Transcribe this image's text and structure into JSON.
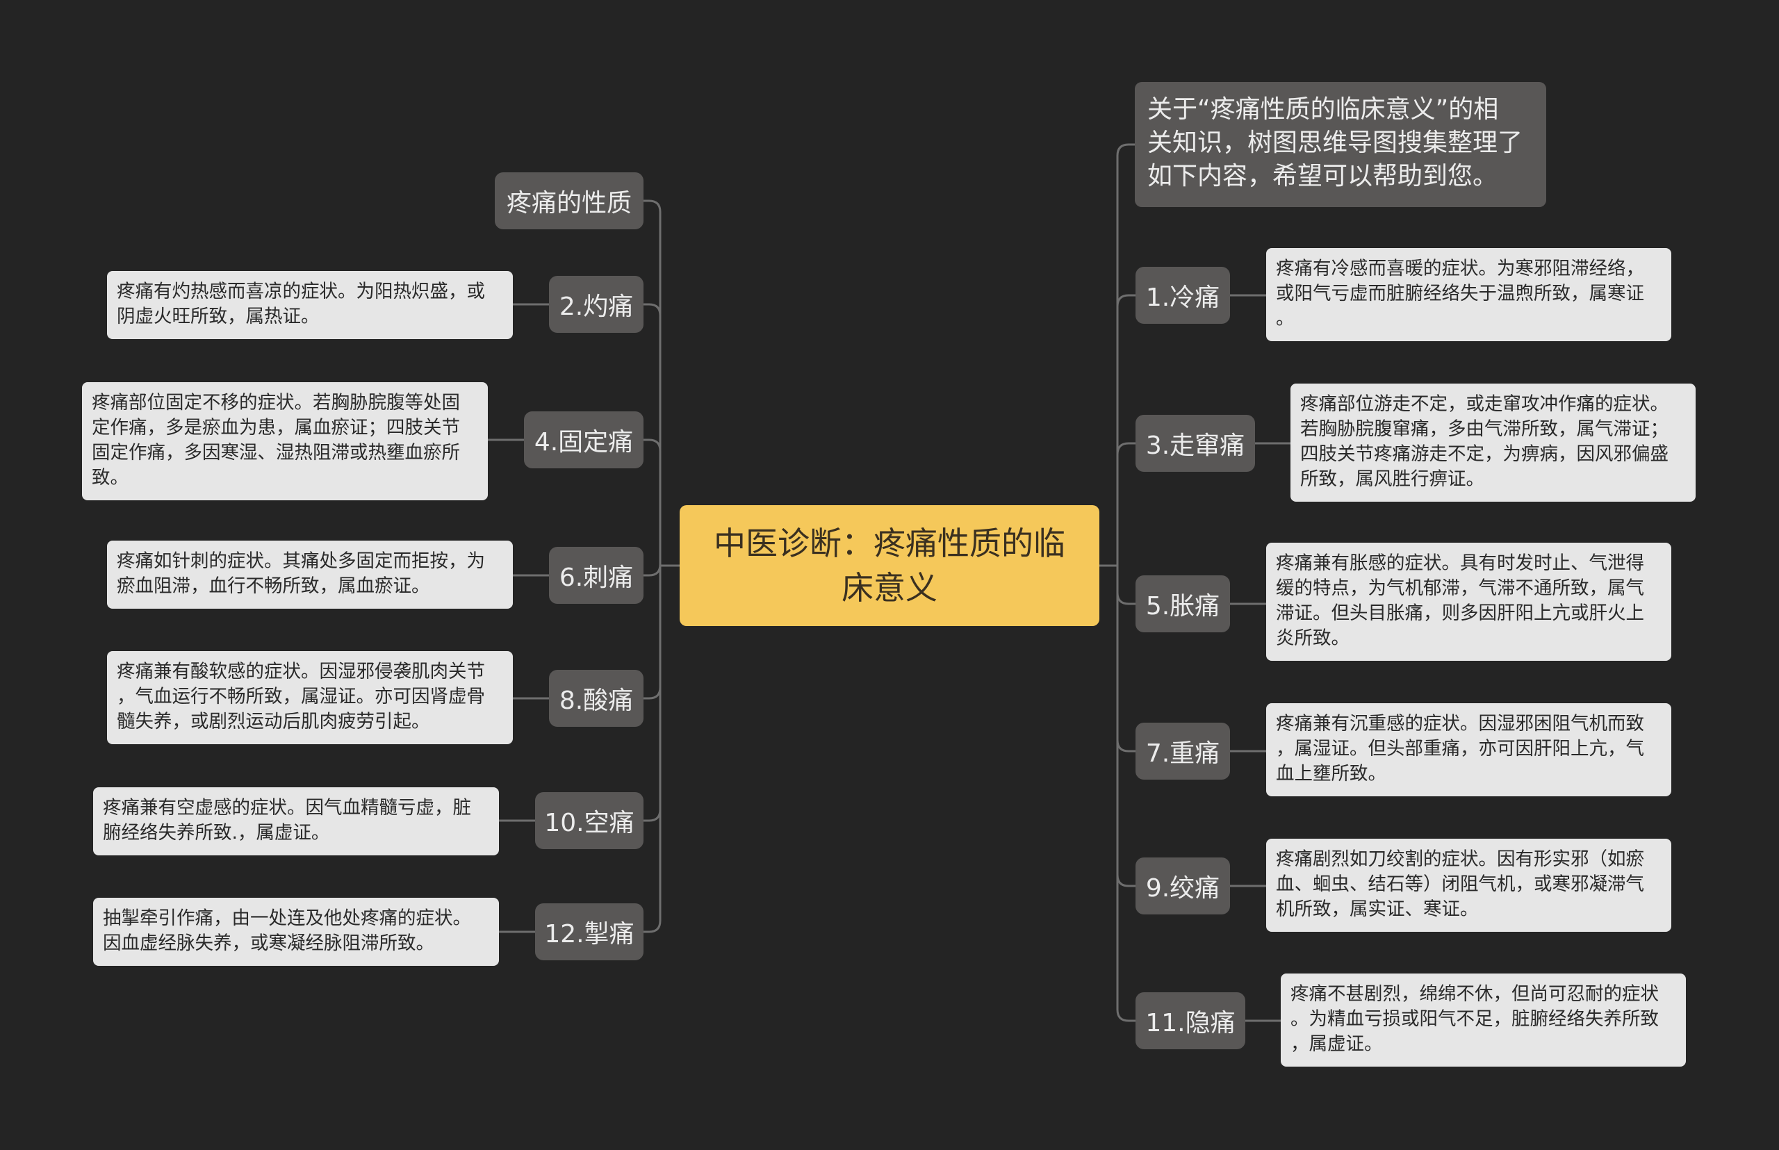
{
  "center": {
    "lines": [
      "中医诊断：疼痛性质的临",
      "床意义"
    ]
  },
  "intro": {
    "lines": [
      "关于“疼痛性质的临床意义”的相",
      "关知识，树图思维导图搜集整理了",
      "如下内容，希望可以帮助到您。"
    ]
  },
  "left": {
    "title": "疼痛的性质",
    "branches": [
      {
        "label": "2.灼痛",
        "desc": [
          "疼痛有灼热感而喜凉的症状。为阳热炽盛，或",
          "阴虚火旺所致，属热证。"
        ]
      },
      {
        "label": "4.固定痛",
        "desc": [
          "疼痛部位固定不移的症状。若胸胁脘腹等处固",
          "定作痛，多是瘀血为患，属血瘀证；四肢关节",
          "固定作痛，多因寒湿、湿热阻滞或热壅血瘀所",
          "致。"
        ]
      },
      {
        "label": "6.刺痛",
        "desc": [
          "疼痛如针刺的症状。其痛处多固定而拒按，为",
          "瘀血阻滞，血行不畅所致，属血瘀证。"
        ]
      },
      {
        "label": "8.酸痛",
        "desc": [
          "疼痛兼有酸软感的症状。因湿邪侵袭肌肉关节",
          "，气血运行不畅所致，属湿证。亦可因肾虚骨",
          "髓失养，或剧烈运动后肌肉疲劳引起。"
        ]
      },
      {
        "label": "10.空痛",
        "desc": [
          "疼痛兼有空虚感的症状。因气血精髓亏虚，脏",
          "腑经络失养所致.，属虚证。"
        ]
      },
      {
        "label": "12.掣痛",
        "desc": [
          "抽掣牵引作痛，由一处连及他处疼痛的症状。",
          "因血虚经脉失养，或寒凝经脉阻滞所致。"
        ]
      }
    ]
  },
  "right": {
    "branches": [
      {
        "label": "1.冷痛",
        "desc": [
          "疼痛有冷感而喜暖的症状。为寒邪阻滞经络，",
          "或阳气亏虚而脏腑经络失于温煦所致，属寒证",
          "。"
        ]
      },
      {
        "label": "3.走窜痛",
        "desc": [
          "疼痛部位游走不定，或走窜攻冲作痛的症状。",
          "若胸胁脘腹窜痛，多由气滞所致，属气滞证；",
          "四肢关节疼痛游走不定，为痹病，因风邪偏盛",
          "所致，属风胜行痹证。"
        ]
      },
      {
        "label": "5.胀痛",
        "desc": [
          "疼痛兼有胀感的症状。具有时发时止、气泄得",
          "缓的特点，为气机郁滞，气滞不通所致，属气",
          "滞证。但头目胀痛，则多因肝阳上亢或肝火上",
          "炎所致。"
        ]
      },
      {
        "label": "7.重痛",
        "desc": [
          "疼痛兼有沉重感的症状。因湿邪困阻气机而致",
          "，属湿证。但头部重痛，亦可因肝阳上亢，气",
          "血上壅所致。"
        ]
      },
      {
        "label": "9.绞痛",
        "desc": [
          "疼痛剧烈如刀绞割的症状。因有形实邪（如瘀",
          "血、蛔虫、结石等）闭阻气机，或寒邪凝滞气",
          "机所致，属实证、寒证。"
        ]
      },
      {
        "label": "11.隐痛",
        "desc": [
          "疼痛不甚剧烈，绵绵不休，但尚可忍耐的症状",
          "。为精血亏损或阳气不足，脏腑经络失养所致",
          "，属虚证。"
        ]
      }
    ]
  },
  "colors": {
    "background": "#242424",
    "center": "#f5c85a",
    "branch": "#595756",
    "leaf": "#e6e6e6",
    "link": "#6e6e6e"
  }
}
